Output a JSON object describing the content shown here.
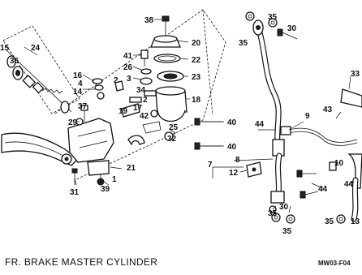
{
  "caption": "FR. BRAKE MASTER CYLINDER",
  "diagram_code": "MW03-F04",
  "callouts": {
    "c38": "38",
    "c20": "20",
    "c22": "22",
    "c23": "23",
    "c18": "18",
    "c41": "41",
    "c26": "26",
    "c3": "3",
    "c16": "16",
    "c2": "2",
    "c4": "4",
    "c14": "14",
    "c19": "19",
    "c17": "17",
    "c34": "34",
    "c42": "42",
    "c2b": "2",
    "c25": "25",
    "c32": "32",
    "c40a": "40",
    "c40b": "40",
    "c15": "15",
    "c36": "36",
    "c24": "24",
    "c37": "37",
    "c29": "29",
    "c21": "21",
    "c1": "1",
    "c39": "39",
    "c31": "31",
    "c35a": "35",
    "c35b": "35",
    "c30a": "30",
    "c9": "9",
    "c44a": "44",
    "c33": "33",
    "c43": "43",
    "c8": "8",
    "c7": "7",
    "c12": "12",
    "c44b": "44",
    "c30b": "30",
    "c35c": "35",
    "c35d": "35",
    "c10": "10",
    "c44c": "44",
    "c35e": "35",
    "c13": "13"
  }
}
